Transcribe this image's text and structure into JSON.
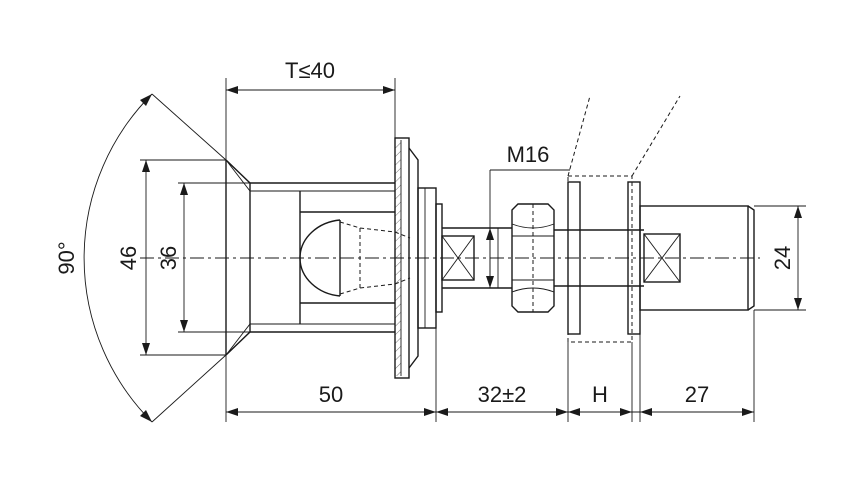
{
  "dimensions": {
    "thickness": "T≤40",
    "thread": "M16",
    "angle": "90°",
    "outer_dia": "46",
    "inner_dia": "36",
    "length_a": "50",
    "length_b": "32±2",
    "length_h": "H",
    "length_c": "27",
    "shaft_dia": "24"
  }
}
